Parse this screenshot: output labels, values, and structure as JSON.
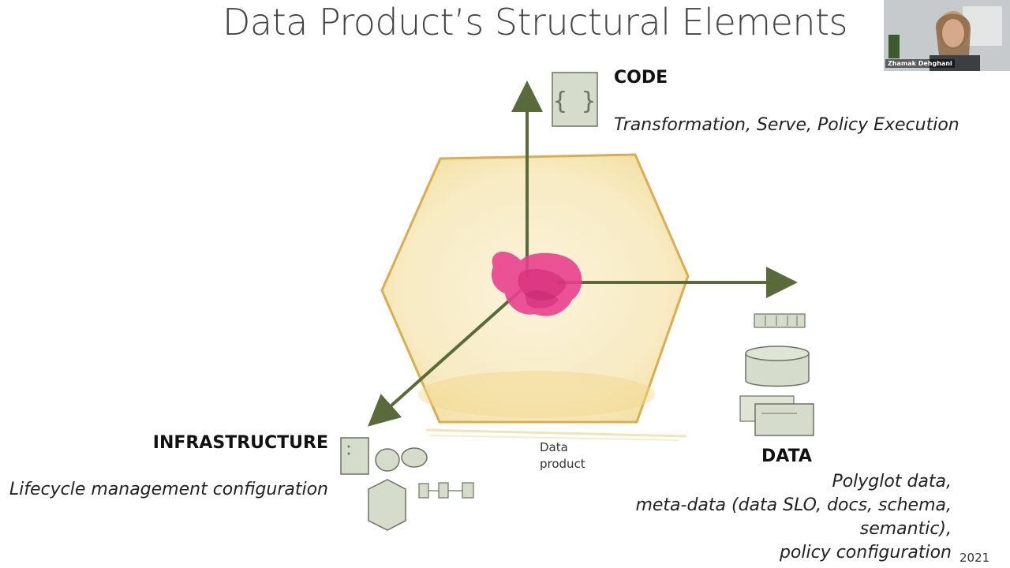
{
  "slide": {
    "title": "Data Product’s Structural Elements",
    "year": "2021"
  },
  "code": {
    "heading": "CODE",
    "description": "Transformation, Serve, Policy Execution"
  },
  "infrastructure": {
    "heading": "INFRASTRUCTURE",
    "description": "Lifecycle  management configuration"
  },
  "data": {
    "heading": "DATA",
    "lines": [
      "Polyglot data,",
      "meta-data (data SLO, docs, schema,",
      "semantic),",
      "policy configuration"
    ]
  },
  "data_product_label": {
    "line1": "Data",
    "line2": "product"
  },
  "video": {
    "participant_name": "Zhamak Dehghani"
  },
  "colors": {
    "axis": "#5b6a3a",
    "hexagon_outline": "#d9a94a",
    "hexagon_fill": "#f6e7b6",
    "core": "#e8408e",
    "icon_fill": "#d6dccb",
    "icon_stroke": "#6a7460"
  },
  "icons": {
    "code": "curly-braces-document-icon",
    "data": [
      "table-row-icon",
      "database-cylinder-icon",
      "documents-icon"
    ],
    "infrastructure": [
      "server-icon",
      "node-circles-icon",
      "hexagon-node-icon",
      "connected-boxes-icon"
    ]
  }
}
